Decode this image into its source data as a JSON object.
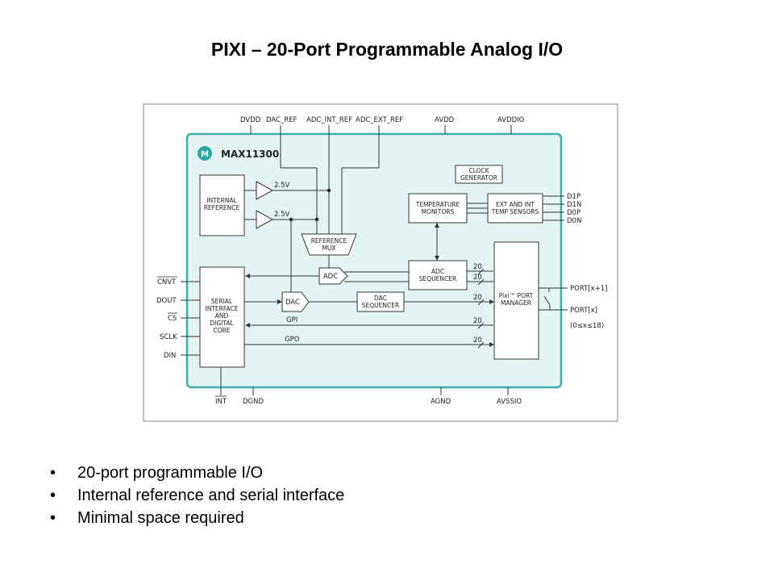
{
  "slide": {
    "title": "PIXI – 20-Port Programmable Analog I/O",
    "bullets": [
      "20-port programmable I/O",
      "Internal reference and serial interface",
      "Minimal space required"
    ]
  },
  "diagram": {
    "chip_name": "MAX11300",
    "colors": {
      "chip_fill": "#e4f4f4",
      "chip_border": "#3bb0b0",
      "logo": "#2aa8a8",
      "line": "#333333"
    },
    "top_pins": [
      "DVDD",
      "DAC_REF",
      "ADC_INT_REF",
      "ADC_EXT_REF",
      "AVDD",
      "AVDDIO"
    ],
    "bottom_pins": [
      "INT",
      "DGND",
      "AGND",
      "AVSSIO"
    ],
    "left_pins": [
      "CNVT",
      "DOUT",
      "CS",
      "SCLK",
      "DIN"
    ],
    "right_pins": [
      "D1P",
      "D1N",
      "D0P",
      "D0N"
    ],
    "port_pins": [
      "PORT[x+1]",
      "PORT[x]"
    ],
    "port_range": "(0≤x≤18)",
    "blocks": {
      "internal_reference": [
        "INTERNAL",
        "REFERENCE"
      ],
      "reference_mux": [
        "REFERENCE",
        "MUX"
      ],
      "clock_generator": [
        "CLOCK",
        "GENERATOR"
      ],
      "temperature_monitors": [
        "TEMPERATURE",
        "MONITORS"
      ],
      "temp_sensors": [
        "EXT AND INT",
        "TEMP SENSORS"
      ],
      "adc": "ADC",
      "adc_sequencer": [
        "ADC",
        "SEQUENCER"
      ],
      "dac": "DAC",
      "dac_sequencer": [
        "DAC",
        "SEQUENCER"
      ],
      "serial_core": [
        "SERIAL",
        "INTERFACE",
        "AND",
        "DIGITAL",
        "CORE"
      ],
      "port_manager": [
        "Pixi™ PORT",
        "MANAGER"
      ]
    },
    "signals": {
      "ref_voltage_1": "2.5V",
      "ref_voltage_2": "2.5V",
      "gpi": "GPI",
      "gpo": "GPO",
      "bus_width": "20"
    }
  }
}
